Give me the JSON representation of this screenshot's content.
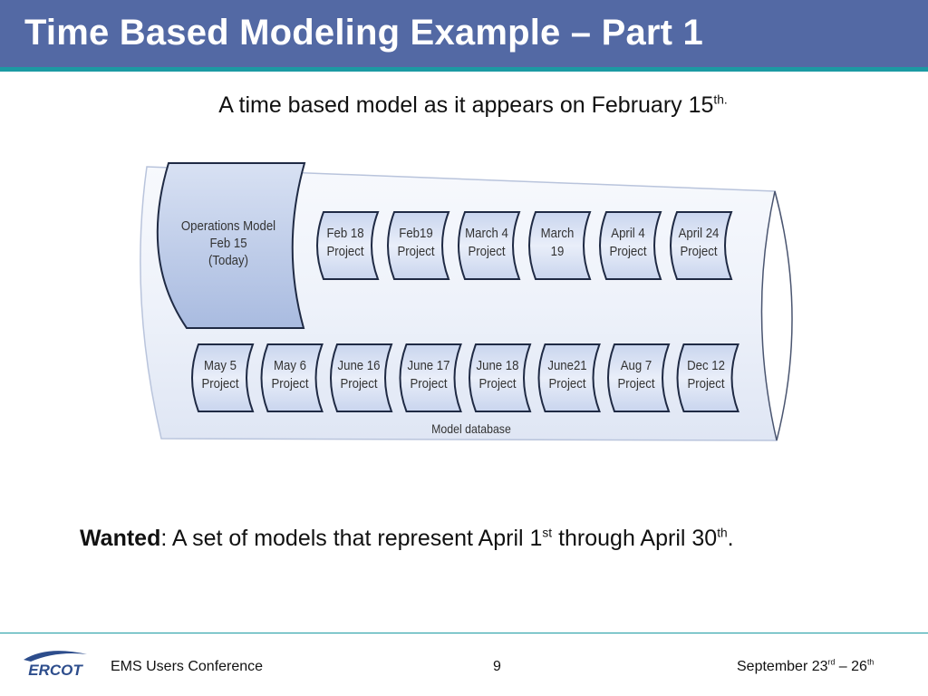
{
  "header": {
    "title": "Time Based Modeling Example – Part 1"
  },
  "subtitle": {
    "text": "A time based model as it appears on February 15",
    "sup": "th."
  },
  "diagram": {
    "operations_model": {
      "lines": [
        "Operations Model",
        "Feb 15",
        "(Today)"
      ]
    },
    "database_label": "Model database",
    "projects_row1": [
      {
        "line1": "Feb 18",
        "line2": "Project"
      },
      {
        "line1": "Feb19",
        "line2": "Project"
      },
      {
        "line1": "March 4",
        "line2": "Project"
      },
      {
        "line1": "March",
        "line2": "19"
      },
      {
        "line1": "April 4",
        "line2": "Project"
      },
      {
        "line1": "April 24",
        "line2": "Project"
      }
    ],
    "projects_row2": [
      {
        "line1": "May 5",
        "line2": "Project"
      },
      {
        "line1": "May 6",
        "line2": "Project"
      },
      {
        "line1": "June 16",
        "line2": "Project"
      },
      {
        "line1": "June 17",
        "line2": "Project"
      },
      {
        "line1": "June 18",
        "line2": "Project"
      },
      {
        "line1": "June21",
        "line2": "Project"
      },
      {
        "line1": "Aug 7",
        "line2": "Project"
      },
      {
        "line1": "Dec 12",
        "line2": "Project"
      }
    ]
  },
  "wanted": {
    "label": "Wanted",
    "text1": ": A set of models that represent April 1",
    "sup1": "st",
    "text2": " through April 30",
    "sup2": "th",
    "text3": "."
  },
  "footer": {
    "logo_text": "ERCOT",
    "conference": "EMS Users Conference",
    "page_number": "9",
    "date_prefix": "September 23",
    "date_sup1": "rd",
    "date_mid": " – 26",
    "date_sup2": "th"
  },
  "colors": {
    "header_bg": "#5369a4",
    "accent_line": "#1b9aa3",
    "shape_fill": "#dde5f4",
    "shape_stroke": "#1f2a44",
    "logo_blue": "#2d4d8c"
  }
}
